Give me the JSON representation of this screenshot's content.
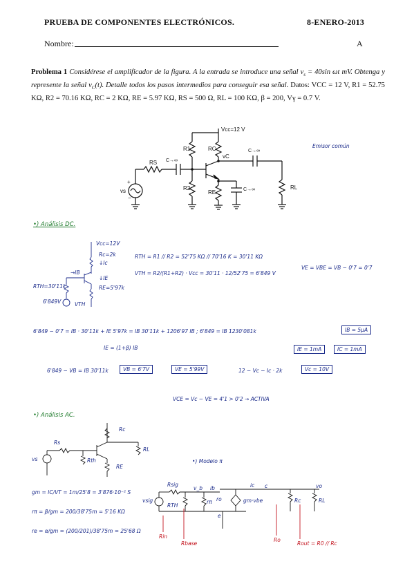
{
  "header": {
    "title": "PRUEBA DE COMPONENTES ELECTRÓNICOS.",
    "date": "8-ENERO-2013",
    "name_label": "Nombre:",
    "version": "A"
  },
  "problem": {
    "label": "Problema 1",
    "statement": "Considérese el amplificador de la figura. A la entrada se introduce una señal v",
    "sub_s": "s",
    "signal": " = 40sin ωt mV. Obtenga y represente la señal v",
    "sub_c": "C",
    "rest": "(t). Detalle todos los pasos intermedios para conseguir esa señal.",
    "data": "Datos: V",
    "data_values": "CC = 12 V, R1 = 52.75 KΩ, R2 = 70.16 KΩ, RC = 2 KΩ, RE = 5.97 KΩ, RS = 500 Ω, RL = 100 KΩ, β = 200, Vγ = 0.7 V."
  },
  "circuit": {
    "vcc": "Vcc=12 V",
    "r1": "R1",
    "r2": "R2",
    "rc": "RC",
    "re": "RE",
    "rs": "RS",
    "rl": "RL",
    "vs": "vs",
    "vc": "vC",
    "cap1": "C→∞",
    "cap2": "C→∞",
    "cap3": "C→∞",
    "plus": "+",
    "minus": "−"
  },
  "notes": {
    "emisor_comun": "Emisor común",
    "dc_title": "•) Análisis DC.",
    "vcc12": "Vcc=12V",
    "rc2k": "Rc=2k",
    "ic": "↓Ic",
    "ib": "→IB",
    "ie": "↓IE",
    "re597": "RE=5'97k",
    "rth_lbl": "RTH=30'11k",
    "vth_lbl": "6'849V",
    "vth_short": "VTH",
    "rth_eq": "RTH = R1 // R2 = 52'75 KΩ // 70'16 K = 30'11 KΩ",
    "vth_eq": "VTH = R2/(R1+R2) · Vcc = 30'11 · 12/52'75 = 6'849 V",
    "vce_side": "VE = VBE = VB − 0'7 = 0'7",
    "kvl": "6'849 − 0'7 = IB · 30'11k + IE 5'97k  =  IB 30'11k + 1206'97 IB ;  6'849 = IB 1230'081k",
    "ib_box": "IB = 5µA",
    "ie_rel": "IE = (1+β) IB",
    "ie_box": "IE = 1mA",
    "ic_box": "IC = 1mA",
    "vb_eq": "6'849 − VB = IB 30'11k",
    "vb_box": "VB = 6'7V",
    "ve_box": "VE = 5'99V",
    "vc_eq": "12 − Vc − Ic · 2k",
    "vc_box": "Vc = 10V",
    "vce_eq": "VCE = Vc − VE = 4'1 > 0'2 → ACTIVA",
    "ac_title": "•) Análisis AC.",
    "ac_rs": "Rs",
    "ac_rc": "Rc",
    "ac_rl": "RL",
    "ac_re": "RE",
    "ac_rth": "Rth",
    "ac_vs": "vs",
    "modelo": "•) Modelo π",
    "gm": "gm = IC/VT = 1m/25'8 = 3'876·10⁻² S",
    "rpi": "rπ = β/gm = 200/38'75m = 5'16 KΩ",
    "re_ac": "re = α/gm = (200/201)/38'75m = 25'68 Ω",
    "m_rsig": "Rsig",
    "m_vsig": "vsig",
    "m_vb": "v_b",
    "m_ib": "ib",
    "m_rth": "RTH",
    "m_rpi": "rπ",
    "m_gm": "gm·vbe",
    "m_ic": "ic",
    "m_c": "c",
    "m_e": "e",
    "m_ri": "ro",
    "m_rc": "Rc",
    "m_rl": "RL",
    "m_vo": "vo",
    "rin": "Rin",
    "rbase": "Rbase",
    "ro": "Ro",
    "rout": "Rout = R0 // Rc"
  }
}
